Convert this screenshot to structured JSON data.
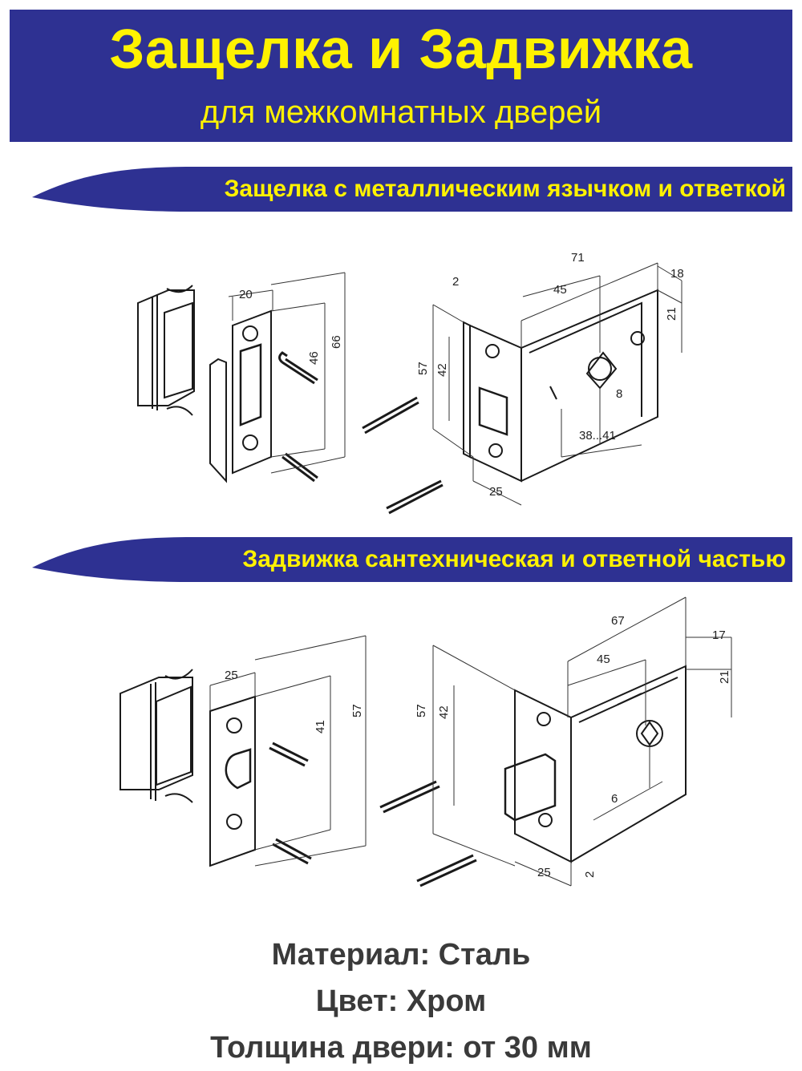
{
  "header": {
    "title": "Защелка и Задвижка",
    "subtitle": "для межкомнатных дверей"
  },
  "sections": [
    {
      "heading": "Защелка с металлическим язычком и ответкой",
      "strike_dims": [
        "20",
        "46",
        "66"
      ],
      "latch_dims": [
        "2",
        "57",
        "42",
        "25",
        "71",
        "45",
        "18",
        "21",
        "8",
        "38...41"
      ]
    },
    {
      "heading": "Задвижка сантехническая и ответной частью",
      "strike_dims": [
        "25",
        "41",
        "57"
      ],
      "latch_dims": [
        "57",
        "42",
        "25",
        "2",
        "67",
        "45",
        "17",
        "21",
        "6"
      ]
    }
  ],
  "specs": {
    "material": "Материал: Сталь",
    "color": "Цвет: Хром",
    "thickness": "Толщина двери: от 30 мм"
  },
  "colors": {
    "header_bg": "#2e3192",
    "accent_text": "#fff200",
    "spec_text": "#3a3a3a"
  }
}
